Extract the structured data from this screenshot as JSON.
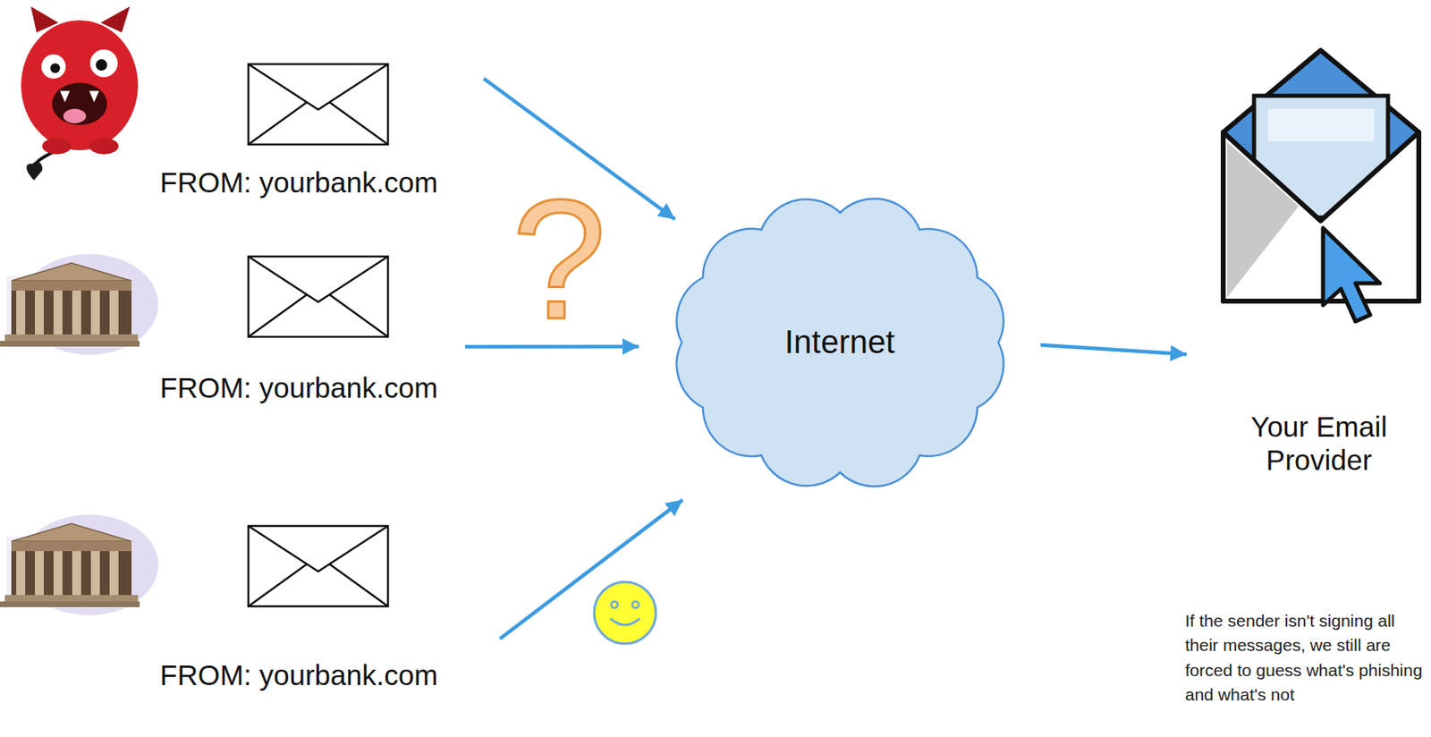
{
  "diagram": {
    "nodes": [
      {
        "text": [
          "FROM: yourbank.com"
        ]
      },
      {
        "text": [
          "FROM: yourbank.com"
        ]
      },
      {
        "text": [
          "FROM: yourbank.com"
        ]
      },
      {
        "text": [
          "Internet"
        ]
      },
      {
        "text": [
          "Your Email Provider"
        ]
      }
    ],
    "edges": [
      {
        "from": 0,
        "to": 3,
        "arrow": "to"
      },
      {
        "from": 1,
        "to": 3,
        "arrow": "to"
      },
      {
        "from": 2,
        "to": 3,
        "arrow": "to"
      },
      {
        "from": 3,
        "to": 4,
        "arrow": "to"
      }
    ],
    "labels": [
      "?",
      "If the sender isn't signing all their messages, we still are forced to guess what's phishing and what's not"
    ]
  }
}
